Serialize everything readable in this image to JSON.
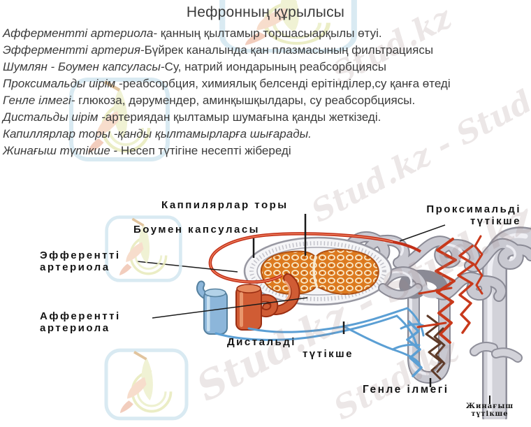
{
  "title": "Нефронның құрылысы",
  "description_lines": [
    {
      "lead": "Афферментті артериола-",
      "rest": " қанның қылтамыр торшасыарқылы өтуі."
    },
    {
      "lead": "Эфферментті артерия-",
      "rest": "Бүйрек каналында қан плазмасының фильтрациясы"
    },
    {
      "lead": "Шумлян - Боумен капсуласы-",
      "rest": "Су, натрий иондарының реабсорбциясы"
    },
    {
      "lead": "Проксимальды иірім -",
      "rest": "реабсорбция, химиялық белсенді ерітінділер,су  қанға өтеді"
    },
    {
      "lead": "Генле ілмегі-",
      "rest": " глюкоза, дәрумендер, аминқышқылдары,  су  реабсорбциясы."
    },
    {
      "lead": "Дистальды иірім -",
      "rest": "артериядан қылтамыр шумағына қанды жеткізеді."
    },
    {
      "lead": "Капиллярлар торы -қанды қылтамырларға шығарады.",
      "rest": ""
    },
    {
      "lead": "Жинағыш түтікше",
      "rest": " - Несеп түтігіне несепті жібереді"
    }
  ],
  "diagram": {
    "labels": {
      "capillary_network": "Каппилярлар торы",
      "bowman_capsule": "Боумен капсуласы",
      "efferent_line1": "Эфферентті",
      "efferent_line2": "артериола",
      "afferent_line1": "Афферентті",
      "afferent_line2": "артериола",
      "proximal_line1": "Проксимальді",
      "proximal_line2": "түтікше",
      "distal_line1": "Дистальді",
      "distal_line2": "түтікше",
      "henle_loop": "Генле ілмегі",
      "collecting_line1": "Жинағыш",
      "collecting_line2": "түтікше"
    }
  },
  "watermark": {
    "text": "Stud.kz",
    "pair": "Stud.kz - Stud.kz"
  },
  "icons": {
    "logo": "studkz-bird-logo"
  },
  "colors": {
    "arteriole_red": "#c23018",
    "vessel_red_fill": "#d05c34",
    "vessel_blue_fill": "#8cb6da",
    "capillary_blue": "#5b9fd4",
    "capillary_dark": "#5e3a28",
    "tubule_gray": "#c9c9d1",
    "tubule_outline": "#8a8a95",
    "glomerulus_orange": "#dd7a1f",
    "body_text": "#3b3b3b",
    "label_text": "#141414",
    "background": "#ffffff"
  }
}
